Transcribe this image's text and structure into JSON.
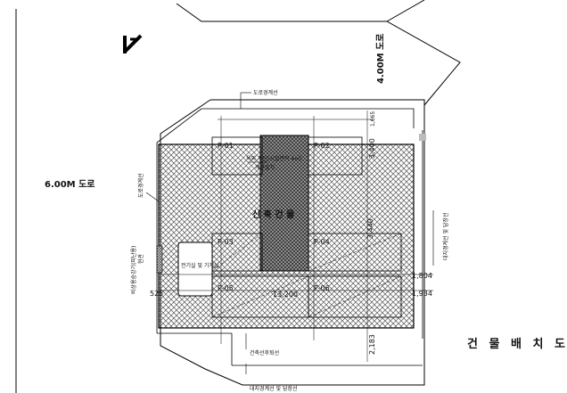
{
  "drawing": {
    "title": "건 물 배 치 도",
    "building_label": "신 축 건 물",
    "road_left": "6.00M 도로",
    "road_top_right": "4.00M 도로",
    "parking": [
      "P-01",
      "P-02",
      "P-03",
      "P-04",
      "P-05",
      "P-06"
    ],
    "dimensions": {
      "top_offset": "1,665",
      "upper_vertical": "3,400",
      "mid_vertical": "3,440",
      "bottom_vertical": "2,183",
      "left_edge": "525",
      "bottom_span": "13,200",
      "right_1": "1,804",
      "right_2": "1,934"
    },
    "callouts": {
      "road_boundary_top": "도로경계선",
      "road_boundary_left": "도로경계선",
      "stair_note_1": "옥외 계단(시설면적 4㎡)",
      "stair_note_2": "계단설치",
      "entrance": "현관",
      "fire_facility": "비상용승강기(피난용)",
      "site_boundary_right": "대지경계선 및 담장선",
      "site_boundary_bottom": "대지경계선 및 담장선",
      "setback_bottom": "건축선후퇴선",
      "room_label": "전기실 및 기계실"
    }
  }
}
